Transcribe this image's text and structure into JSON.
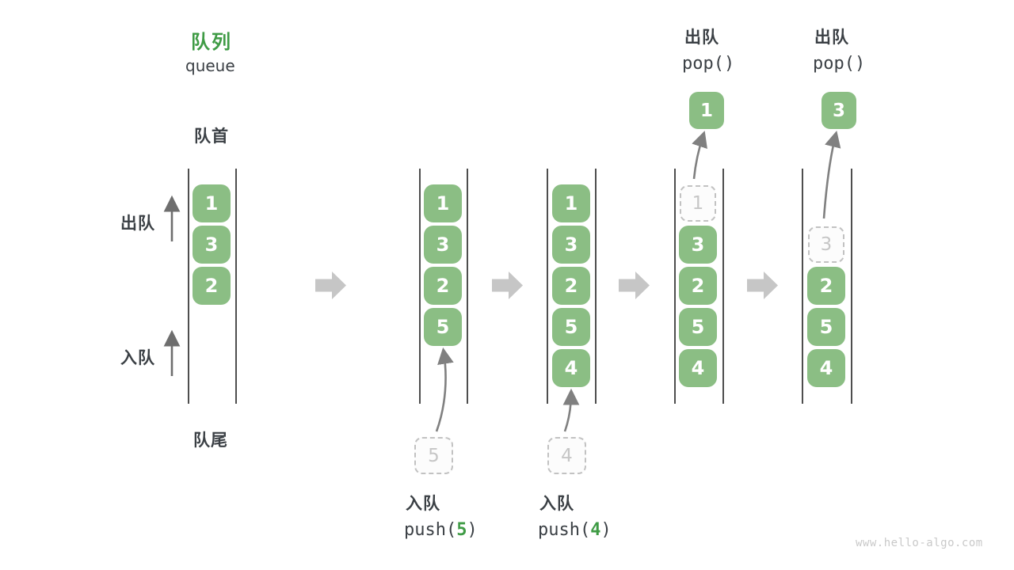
{
  "header": {
    "title_zh": "队列",
    "title_en": "queue"
  },
  "side_labels": {
    "front": "队首",
    "rear": "队尾",
    "dequeue": "出队",
    "enqueue": "入队"
  },
  "stages": [
    {
      "items": [
        "1",
        "3",
        "2"
      ]
    },
    {
      "items": [
        "1",
        "3",
        "2",
        "5"
      ],
      "incoming": "5"
    },
    {
      "items": [
        "1",
        "3",
        "2",
        "5",
        "4"
      ],
      "incoming": "4"
    },
    {
      "ghost": "1",
      "items": [
        "3",
        "2",
        "5",
        "4"
      ],
      "popped": "1"
    },
    {
      "ghost": "3",
      "items": [
        "2",
        "5",
        "4"
      ],
      "popped": "3"
    }
  ],
  "operations": {
    "push1": {
      "label_zh": "入队",
      "call_prefix": "push(",
      "arg": "5",
      "call_suffix": ")"
    },
    "push2": {
      "label_zh": "入队",
      "call_prefix": "push(",
      "arg": "4",
      "call_suffix": ")"
    },
    "pop1": {
      "label_zh": "出队",
      "call": "pop()",
      "value": "1"
    },
    "pop2": {
      "label_zh": "出队",
      "call": "pop()",
      "value": "3"
    }
  },
  "watermark": "www.hello-algo.com",
  "colors": {
    "item_green": "#8bbe84",
    "accent_green": "#3f9b45",
    "text_dark": "#3b4045",
    "flow_arrow_gray": "#c6c6c6",
    "ghost_gray": "#c6c6c6",
    "wall_gray": "#4e4e4e",
    "watermark_gray": "#c9c9c9"
  }
}
